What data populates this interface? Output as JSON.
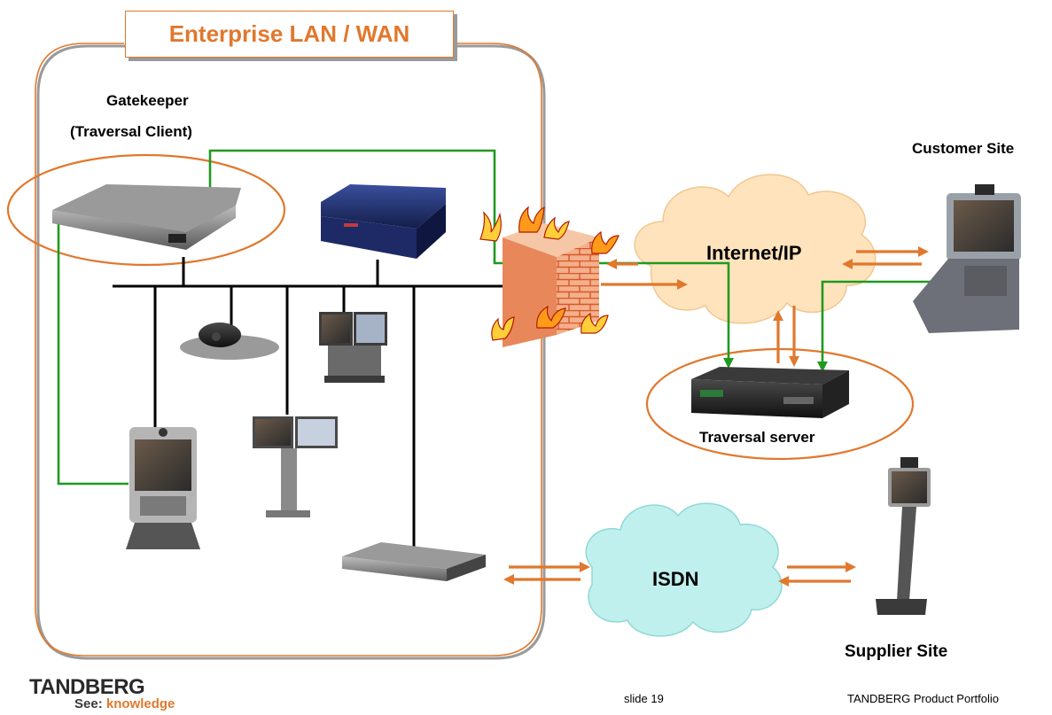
{
  "title": "Enterprise LAN / WAN",
  "labels": {
    "gatekeeper": "Gatekeeper",
    "traversal_client": "(Traversal Client)",
    "customer_site": "Customer Site",
    "internet": "Internet/IP",
    "traversal_server": "Traversal server",
    "isdn": "ISDN",
    "supplier_site": "Supplier Site"
  },
  "footer": {
    "brand": "TANDBERG",
    "tagline_prefix": "See:",
    "tagline_word": "knowledge",
    "slide": "slide 19",
    "portfolio": "TANDBERG Product Portfolio"
  },
  "colors": {
    "accent": "#e0782d",
    "signal_path": "#1f9a1f",
    "lan_line": "#000000",
    "cloud_internet": "#ffe3bd",
    "cloud_isdn": "#bff0ee"
  }
}
